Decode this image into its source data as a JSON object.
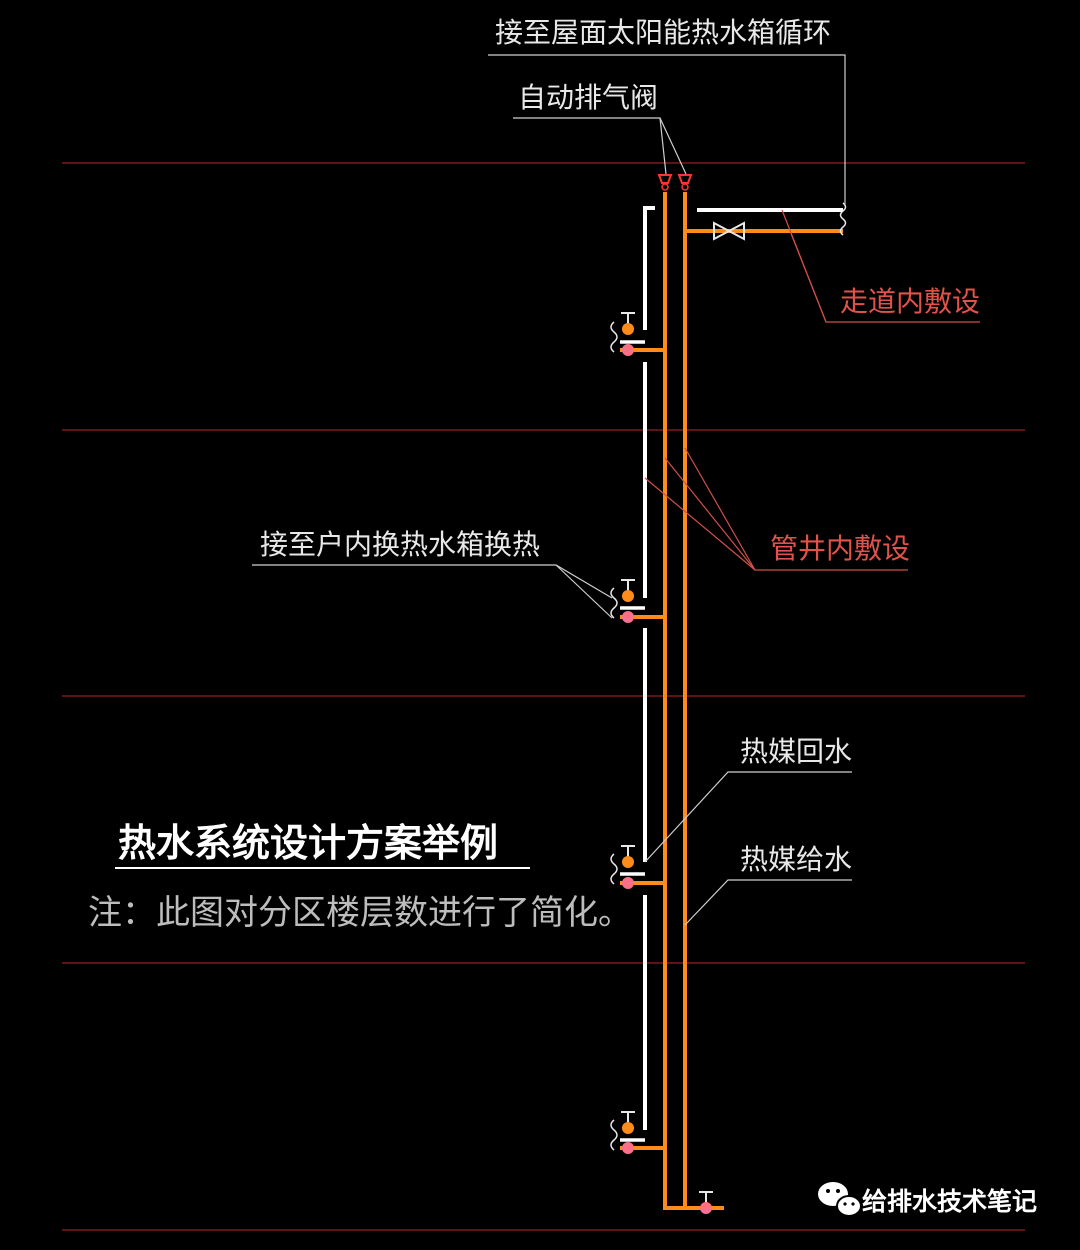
{
  "labels": {
    "roof_circulation": "接至屋面太阳能热水箱循环",
    "air_valve": "自动排气阀",
    "corridor_laying": "走道内敷设",
    "shaft_laying": "管井内敷设",
    "household_exchange": "接至户内换热水箱换热",
    "medium_return": "热媒回水",
    "medium_supply": "热媒给水"
  },
  "title": "热水系统设计方案举例",
  "note": "注：此图对分区楼层数进行了简化。",
  "brand": "给排水技术笔记",
  "icons": {
    "brand": "wechat-icon"
  },
  "colors": {
    "background": "#000000",
    "supply_pipe": "#ff8c1a",
    "return_pipe": "#ffffff",
    "floor_line": "#7a1a1a",
    "leader_red": "#d0504a",
    "leader_white": "#cfcfcf",
    "valve_pink": "#ff6f86"
  }
}
